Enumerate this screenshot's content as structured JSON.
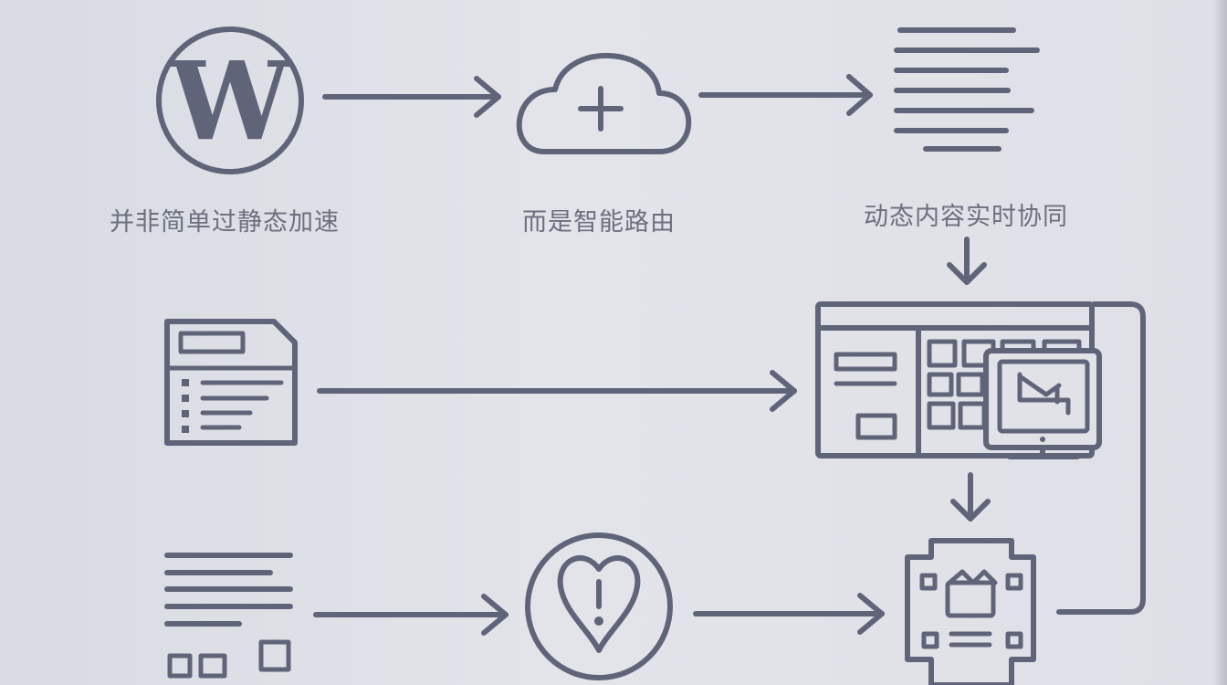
{
  "labels": {
    "wordpress": "并非简单过静态加速",
    "cloud": "而是智能路由",
    "content": "动态内容实时协同"
  },
  "wordpress_letter": "W",
  "icons": [
    "wordpress-icon",
    "cloud-plus-icon",
    "text-lines-icon",
    "form-document-icon",
    "dashboard-window-icon",
    "monitor-icon",
    "text-blocks-icon",
    "heart-alert-icon",
    "chip-icon"
  ],
  "colors": {
    "stroke": "#5f6478",
    "text": "#6b6f7e",
    "background": "#e1e2e8"
  }
}
